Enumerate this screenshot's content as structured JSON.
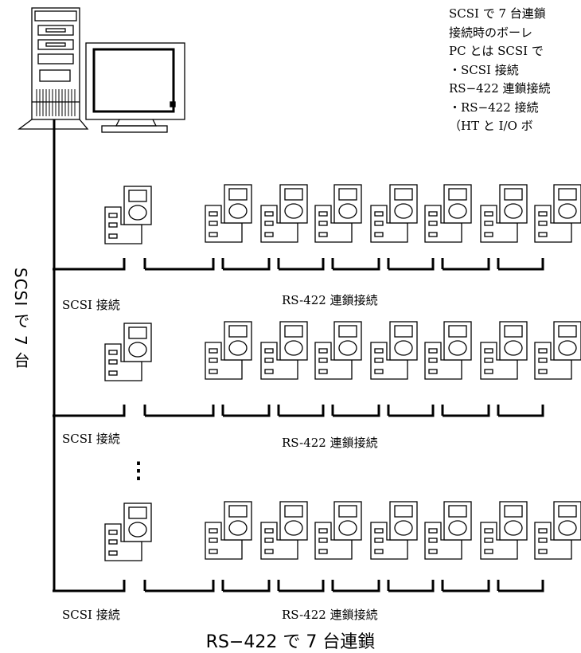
{
  "note_lines": [
    "SCSI で 7 台連鎖",
    "接続時のボーレ",
    "PC とは SCSI で",
    "・SCSI 接続",
    "RS−422 連鎖接続",
    "・RS−422 接続",
    "（HT と I/O ボ"
  ],
  "vertical_label": "SCSI で 7 台",
  "bottom_title": "RS−422 で 7 台連鎖",
  "ellipsis": "⋮",
  "groups": [
    {
      "scsi_label": "SCSI 接続",
      "rs_label": "RS-422 連鎖接続"
    },
    {
      "scsi_label": "SCSI 接続",
      "rs_label": "RS-422 連鎖接続"
    },
    {
      "scsi_label": "SCSI 接続",
      "rs_label": "RS-422 連鎖接続"
    }
  ],
  "device_icon": "handheld-terminal-icon",
  "host_icon": "pc-tower-and-monitor-icon",
  "line_color": "#000000"
}
